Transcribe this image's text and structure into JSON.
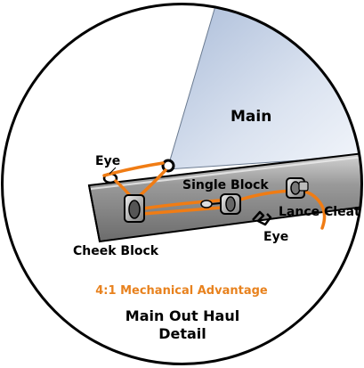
{
  "labels": {
    "main": "Main",
    "eye_top": "Eye",
    "single_block": "Single Block",
    "lance_cleat": "Lance Cleat",
    "eye_bottom": "Eye",
    "cheek_block": "Cheek Block"
  },
  "caption": {
    "advantage": "4:1 Mechanical Advantage",
    "title_line1": "Main Out Haul",
    "title_line2": "Detail"
  },
  "colors": {
    "line": "#f07c14",
    "advantage_text": "#e8821e",
    "sail": "#c9d6ea",
    "boom": "#8a8a8a"
  }
}
